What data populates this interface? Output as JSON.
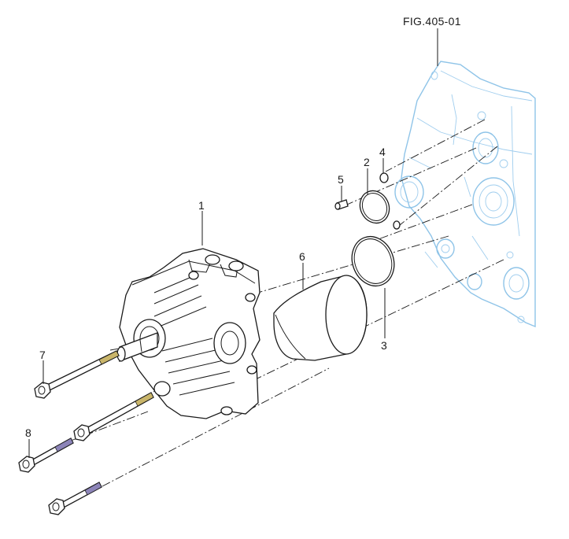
{
  "figure_reference": "FIG.405-01",
  "callouts": [
    "1",
    "2",
    "3",
    "4",
    "5",
    "6",
    "7",
    "8"
  ],
  "colors": {
    "line_art": "#1a1a1a",
    "reference_housing": "#8fc4e8",
    "bolt_thread_yellow": "#c9b56a",
    "bolt_thread_purple": "#8c84b8"
  }
}
